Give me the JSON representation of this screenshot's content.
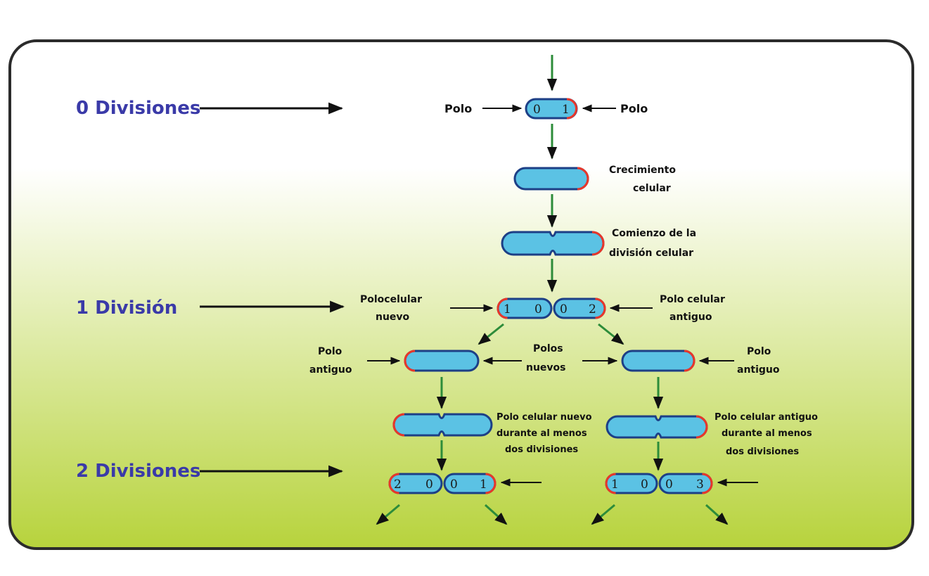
{
  "colors": {
    "panel_top": "#ffffff",
    "panel_bottom": "#b7d33c",
    "cell_fill": "#5bc2e4",
    "cell_stroke": "#1d3f86",
    "old_pole": "#e8372a",
    "arrow_green": "#2d8c3a",
    "arrow_black": "#111111",
    "generation_text": "#3a3aa8"
  },
  "generations": {
    "g0": "0 Divisiones",
    "g1": "1 División",
    "g2": "2 Divisiones"
  },
  "labels": {
    "polo": "Polo",
    "crecimiento_1": "Crecimiento",
    "crecimiento_2": "celular",
    "comienzo_1": "Comienzo de la",
    "comienzo_2": "división celular",
    "polo_nuevo_1": "Polocelular",
    "polo_nuevo_2": "nuevo",
    "polo_antiguo_1": "Polo celular",
    "polo_antiguo_2": "antiguo",
    "polo_ant_1": "Polo",
    "polo_ant_2": "antiguo",
    "polos_nuevos_1": "Polos",
    "polos_nuevos_2": "nuevos",
    "nuevo_note_1": "Polo celular nuevo",
    "nuevo_note_2": "durante al menos",
    "nuevo_note_3": "dos divisiones",
    "antiguo_note_1": "Polo celular antiguo",
    "antiguo_note_2": "durante al menos",
    "antiguo_note_3": "dos divisiones"
  },
  "pole_ages": {
    "gen0": [
      "0",
      "1"
    ],
    "gen1": [
      "1",
      "0",
      "0",
      "2"
    ],
    "gen2_left": [
      "2",
      "0",
      "0",
      "1"
    ],
    "gen2_right": [
      "1",
      "0",
      "0",
      "3"
    ]
  }
}
